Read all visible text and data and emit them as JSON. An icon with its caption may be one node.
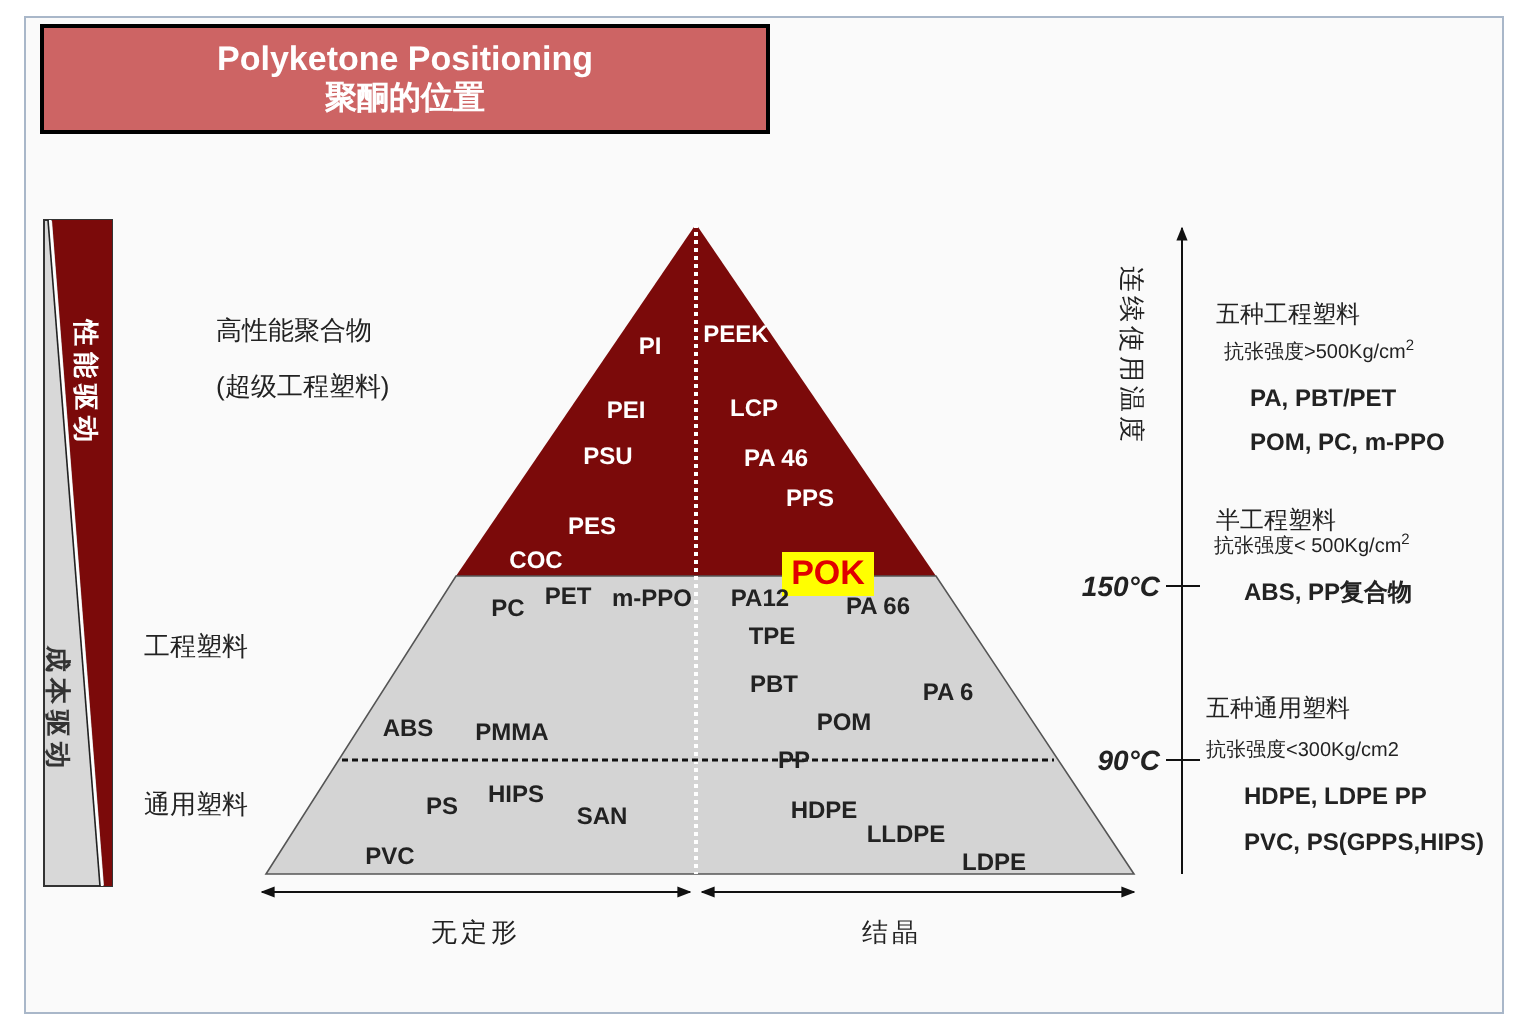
{
  "diagram": {
    "nodes": [
      {
        "text": [
          "Polyketone Positioning",
          "聚酮的位置"
        ]
      },
      {
        "text": [
          "POK"
        ]
      }
    ],
    "labels": [
      "高性能聚合物",
      "(超级工程塑料)",
      "工程塑料",
      "通用塑料",
      "性能驱动",
      "成本驱动",
      "PI",
      "PEEK",
      "PEI",
      "LCP",
      "PSU",
      "PA 46",
      "PPS",
      "PES",
      "COC",
      "PC",
      "PET",
      "m-PPO",
      "PA12",
      "PA 66",
      "TPE",
      "PBT",
      "PA 6",
      "ABS",
      "PMMA",
      "POM",
      "PP",
      "PS",
      "HIPS",
      "SAN",
      "HDPE",
      "LLDPE",
      "PVC",
      "LDPE",
      "无定形",
      "结晶",
      "连续使用温度",
      "150°C",
      "90°C",
      "五种工程塑料",
      "抗张强度>500Kg/cm$^{2}$",
      "PA, PBT/PET",
      "POM, PC, m-PPO",
      "半工程塑料",
      "抗张强度< 500Kg/cm$^{2}$",
      "ABS, PP复合物",
      "五种通用塑料",
      "抗张强度<300Kg/cm2",
      "HDPE, LDPE  PP",
      "PVC, PS(GPPS,HIPS)"
    ]
  }
}
